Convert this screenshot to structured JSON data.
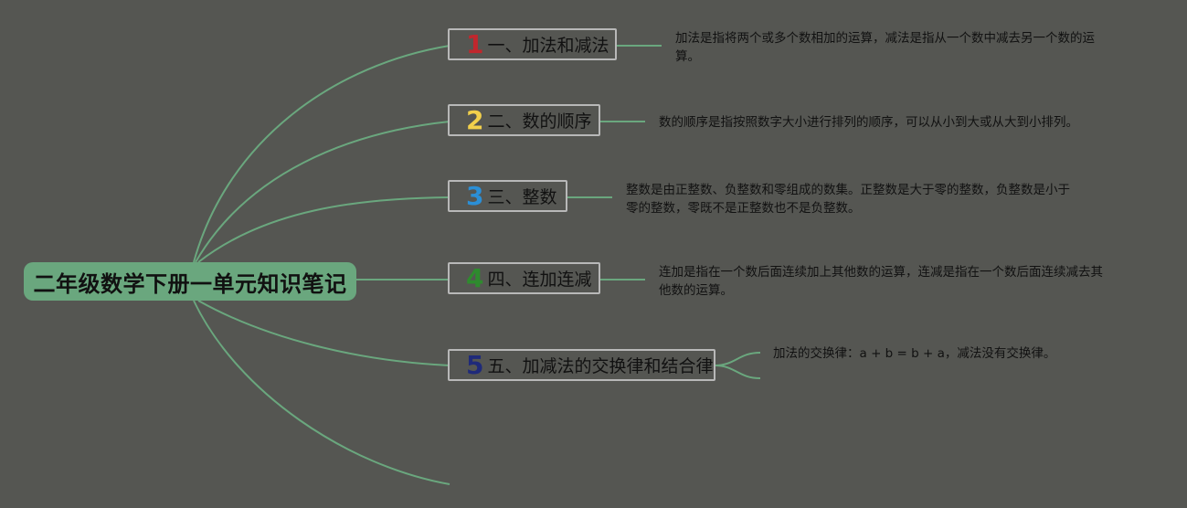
{
  "root": {
    "label": "二年级数学下册一单元知识笔记"
  },
  "colors": {
    "background": "#555652",
    "link": "#6aa77e",
    "root_fill": "#6aa77e",
    "topic_border": "#b8b8b8"
  },
  "topics": [
    {
      "number": "1",
      "number_color": "#c0272d",
      "label": "一、加法和减法",
      "note": "加法是指将两个或多个数相加的运算，减法是指从一个数中减去另一个数的运算。"
    },
    {
      "number": "2",
      "number_color": "#f2d04b",
      "label": "二、数的顺序",
      "note": "数的顺序是指按照数字大小进行排列的顺序，可以从小到大或从大到小排列。"
    },
    {
      "number": "3",
      "number_color": "#2b8fd6",
      "label": "三、整数",
      "note": "整数是由正整数、负整数和零组成的数集。正整数是大于零的整数，负整数是小于零的整数，零既不是正整数也不是负整数。"
    },
    {
      "number": "4",
      "number_color": "#2e8b2e",
      "label": "四、连加连减",
      "note": "连加是指在一个数后面连续加上其他数的运算，连减是指在一个数后面连续减去其他数的运算。"
    },
    {
      "number": "5",
      "number_color": "#1f2a7a",
      "label": "五、加减法的交换律和结合律",
      "note": "加法的交换律：a + b = b + a，减法没有交换律。"
    }
  ]
}
